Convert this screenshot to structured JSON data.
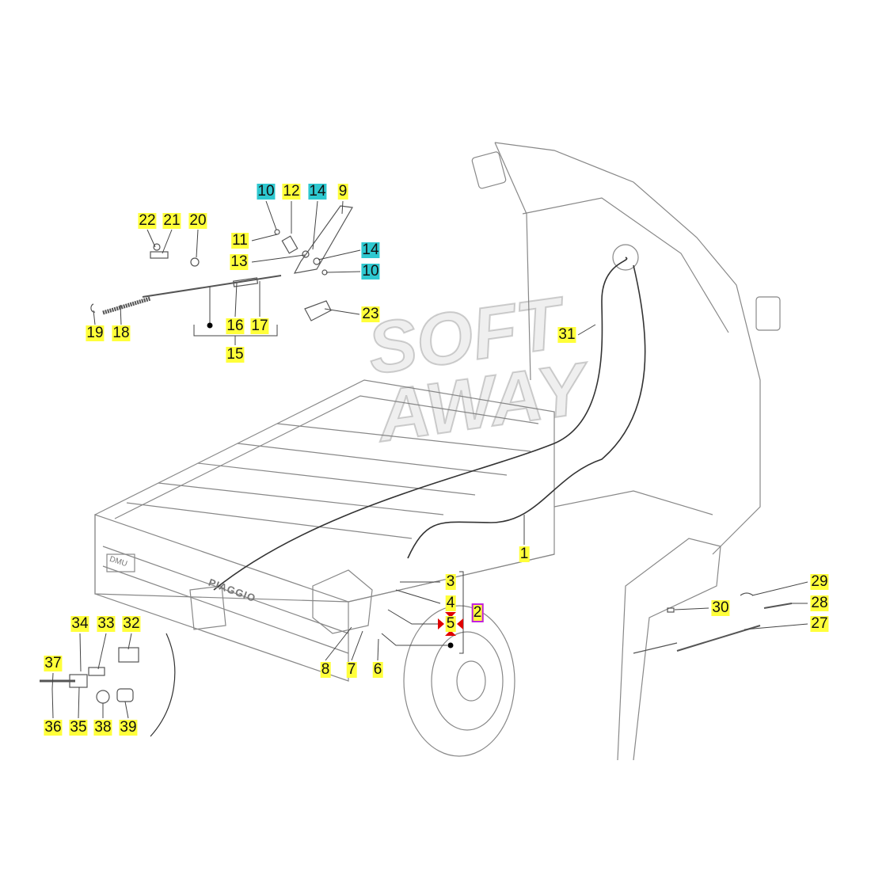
{
  "diagram": {
    "title": "Exploded parts diagram - rear brake / parking brake cable",
    "watermark": [
      "SOFT",
      "AWAY"
    ],
    "badge_text": "DMU",
    "brand_text": "PIAGGIO",
    "colors": {
      "label_yellow": "#ffff3a",
      "label_cyan": "#2ec8d0",
      "selection_marker": "#e00000",
      "selection_border": "#c020e0"
    },
    "labels": [
      {
        "id": "10a",
        "text": "10",
        "color": "cyan"
      },
      {
        "id": "12",
        "text": "12",
        "color": "yellow"
      },
      {
        "id": "14a",
        "text": "14",
        "color": "cyan"
      },
      {
        "id": "9",
        "text": "9",
        "color": "yellow"
      },
      {
        "id": "22",
        "text": "22",
        "color": "yellow"
      },
      {
        "id": "21",
        "text": "21",
        "color": "yellow"
      },
      {
        "id": "20",
        "text": "20",
        "color": "yellow"
      },
      {
        "id": "11",
        "text": "11",
        "color": "yellow"
      },
      {
        "id": "14b",
        "text": "14",
        "color": "cyan"
      },
      {
        "id": "13",
        "text": "13",
        "color": "yellow"
      },
      {
        "id": "10b",
        "text": "10",
        "color": "cyan"
      },
      {
        "id": "23",
        "text": "23",
        "color": "yellow"
      },
      {
        "id": "19",
        "text": "19",
        "color": "yellow"
      },
      {
        "id": "18",
        "text": "18",
        "color": "yellow"
      },
      {
        "id": "16",
        "text": "16",
        "color": "yellow"
      },
      {
        "id": "17",
        "text": "17",
        "color": "yellow"
      },
      {
        "id": "15",
        "text": "15",
        "color": "yellow"
      },
      {
        "id": "31",
        "text": "31",
        "color": "yellow"
      },
      {
        "id": "1",
        "text": "1",
        "color": "yellow"
      },
      {
        "id": "3",
        "text": "3",
        "color": "yellow"
      },
      {
        "id": "4",
        "text": "4",
        "color": "yellow"
      },
      {
        "id": "5",
        "text": "5",
        "color": "yellow"
      },
      {
        "id": "2",
        "text": "2",
        "color": "yellow"
      },
      {
        "id": "8",
        "text": "8",
        "color": "yellow"
      },
      {
        "id": "7",
        "text": "7",
        "color": "yellow"
      },
      {
        "id": "6",
        "text": "6",
        "color": "yellow"
      },
      {
        "id": "29",
        "text": "29",
        "color": "yellow"
      },
      {
        "id": "28",
        "text": "28",
        "color": "yellow"
      },
      {
        "id": "30",
        "text": "30",
        "color": "yellow"
      },
      {
        "id": "27",
        "text": "27",
        "color": "yellow"
      },
      {
        "id": "34",
        "text": "34",
        "color": "yellow"
      },
      {
        "id": "33",
        "text": "33",
        "color": "yellow"
      },
      {
        "id": "32",
        "text": "32",
        "color": "yellow"
      },
      {
        "id": "37",
        "text": "37",
        "color": "yellow"
      },
      {
        "id": "36",
        "text": "36",
        "color": "yellow"
      },
      {
        "id": "35",
        "text": "35",
        "color": "yellow"
      },
      {
        "id": "38",
        "text": "38",
        "color": "yellow"
      },
      {
        "id": "39",
        "text": "39",
        "color": "yellow"
      }
    ],
    "selected_part": "5"
  }
}
